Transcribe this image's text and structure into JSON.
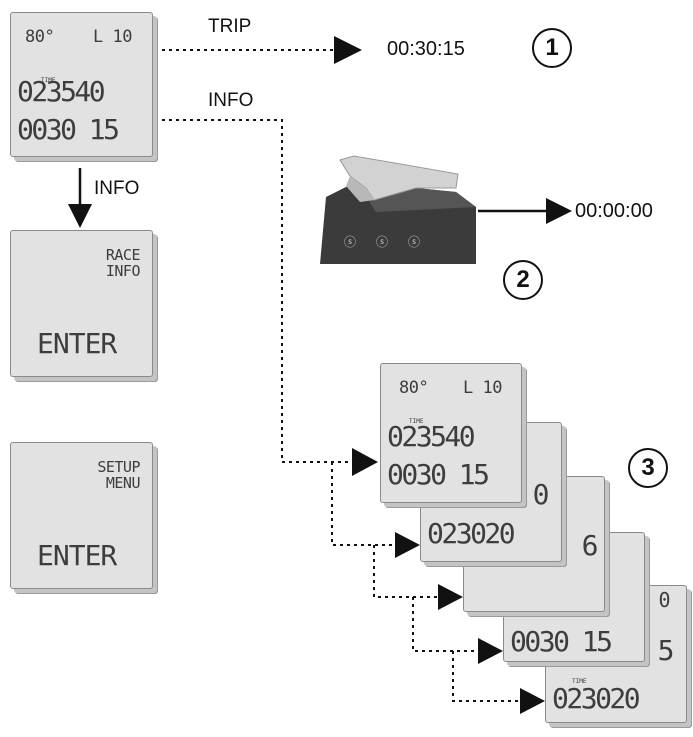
{
  "screens": {
    "main": {
      "temp": "80°",
      "lap": "L 10",
      "tiny": "TIME",
      "odometer": "023540",
      "time": "0030 15"
    },
    "race_info": {
      "line1": "RACE",
      "line2": "INFO",
      "action": "ENTER"
    },
    "setup_menu": {
      "line1": "SETUP",
      "line2": "MENU",
      "action": "ENTER"
    }
  },
  "labels": {
    "trip": "TRIP",
    "info_top": "INFO",
    "info_down": "INFO"
  },
  "results": {
    "trip_time": "00:30:15",
    "reset_time": "00:00:00"
  },
  "badges": [
    "1",
    "2",
    "3"
  ],
  "stack": {
    "front": {
      "temp": "80°",
      "lap": "L 10",
      "tiny": "TIME",
      "odometer": "023540",
      "time": "0030 15"
    },
    "card2": {
      "partial": "0",
      "value": "023020"
    },
    "card3": {
      "partial": "6"
    },
    "card4": {
      "value": "0030 15"
    },
    "card5": {
      "partial1": "0",
      "partial2": "5",
      "tiny": "TIME",
      "value": "023020"
    }
  },
  "device": {
    "buttons": [
      "ⓢ",
      "ⓢ",
      "ⓢ"
    ]
  }
}
